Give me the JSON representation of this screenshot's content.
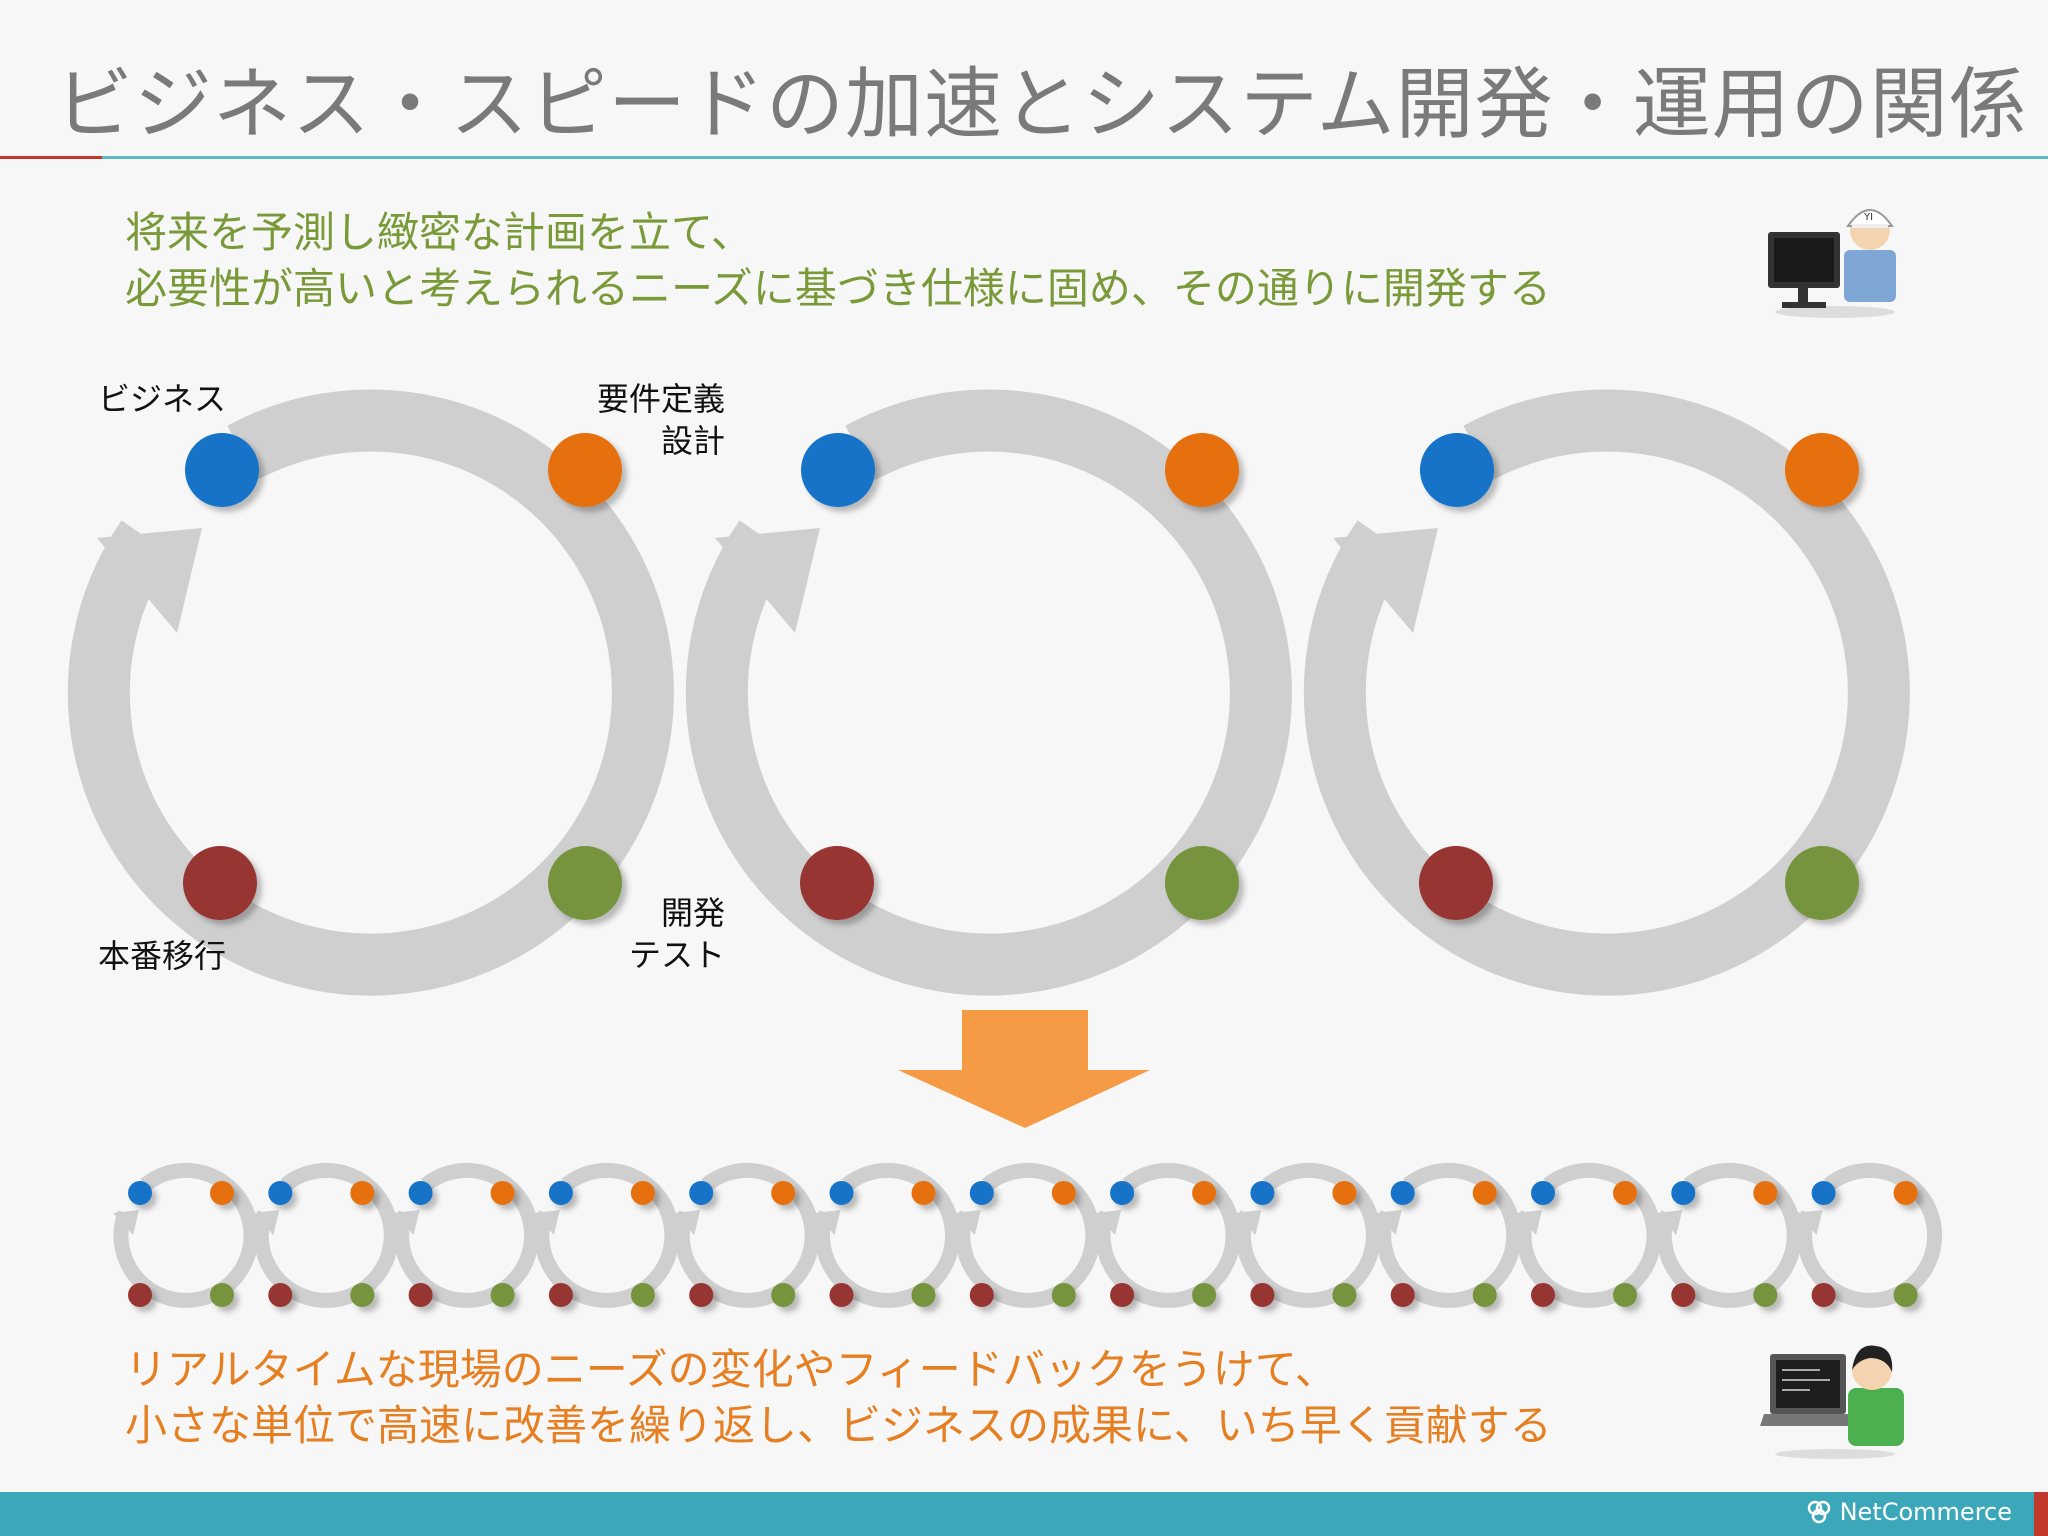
{
  "title": "ビジネス・スピードの加速とシステム開発・運用の関係",
  "top_text": {
    "line1": "将来を予測し緻密な計画を立て、",
    "line2": "必要性が高いと考えられるニーズに基づき仕様に固め、その通りに開発する"
  },
  "cycle_labels": {
    "business": "ビジネス",
    "requirements_line1": "要件定義",
    "requirements_line2": "設計",
    "release": "本番移行",
    "dev_line1": "開発",
    "dev_line2": "テスト"
  },
  "bottom_text": {
    "line1": "リアルタイムな現場のニーズの変化やフィードバックをうけて、",
    "line2": "小さな単位で高速に改善を繰り返し、ビジネスの成果に、いち早く貢献する"
  },
  "footer": {
    "logo_text": "NetCommerce"
  },
  "colors": {
    "blue": "#1273c8",
    "orange": "#e5700f",
    "red": "#973533",
    "green": "#74943c",
    "ring": "#cfcfcf",
    "arrow": "#f59a45",
    "top_text": "#7a9a3a",
    "bottom_text": "#e57f22",
    "footer": "#3ba7b8"
  },
  "large_cycle_count": 3,
  "small_cycle_count": 13
}
